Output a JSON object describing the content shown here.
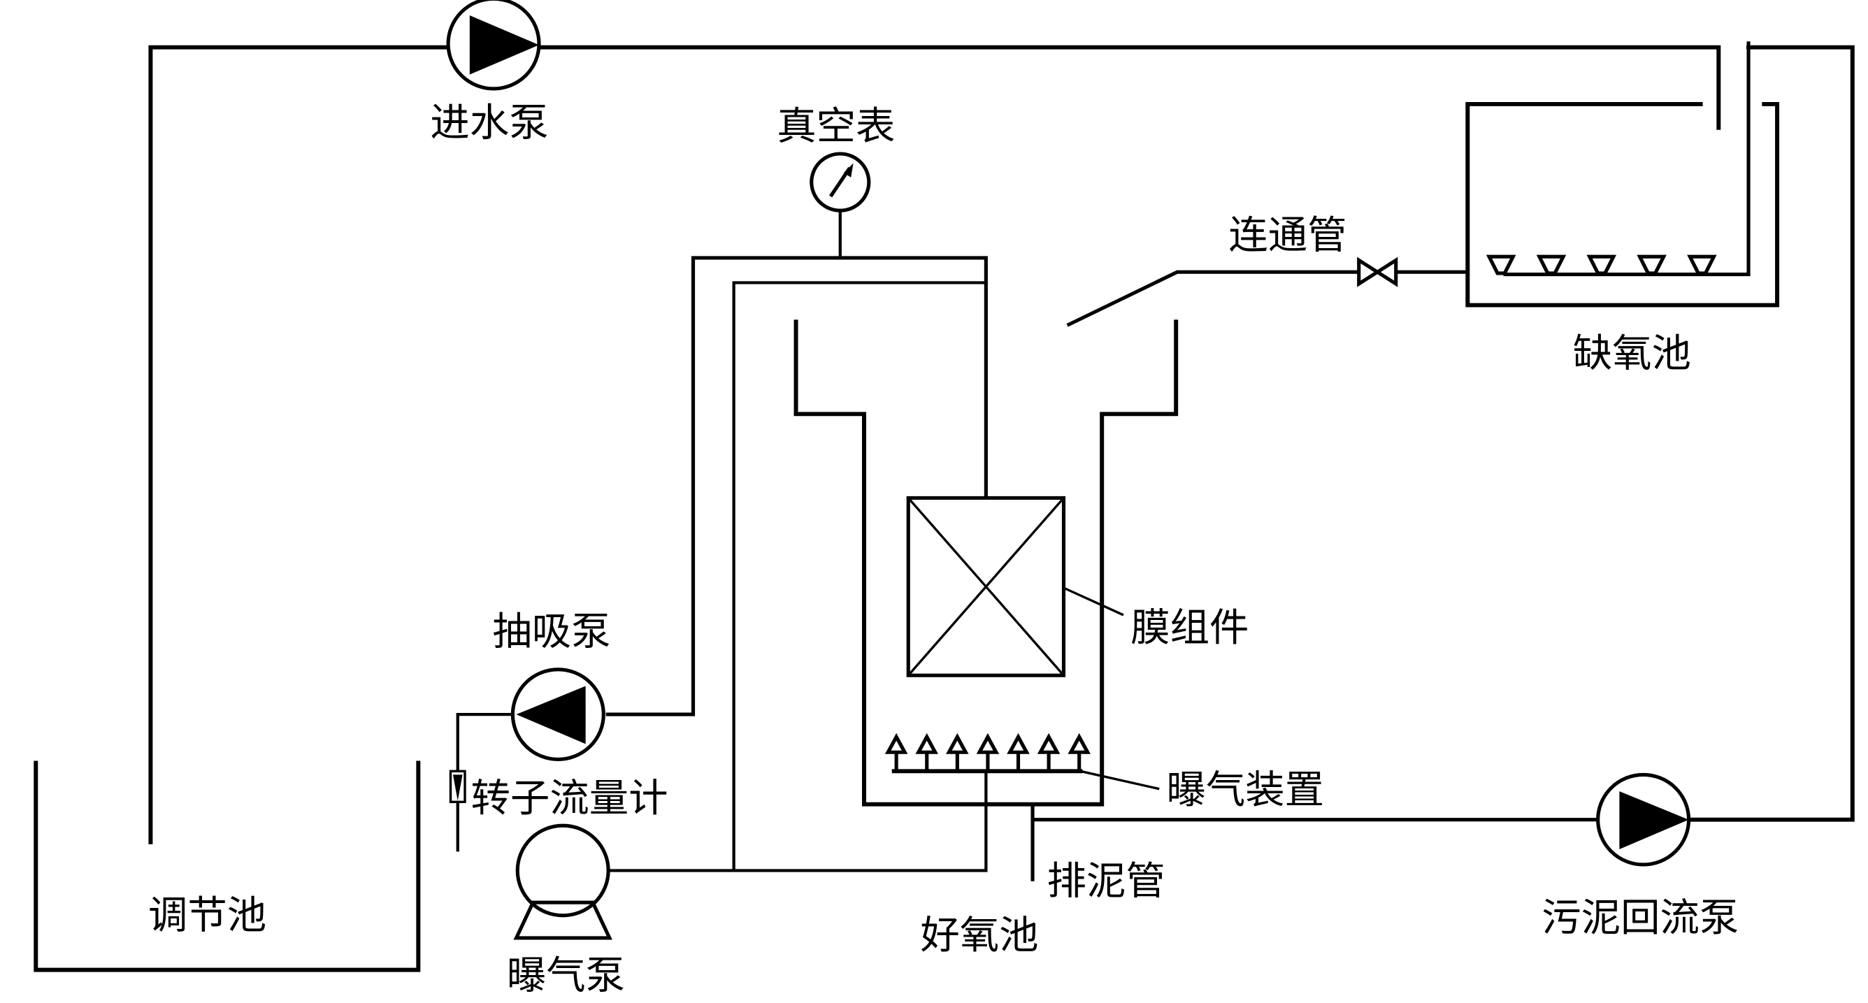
{
  "diagram": {
    "type": "process-flow",
    "subject": "A/O membrane bioreactor system",
    "colors": {
      "line": "#000000",
      "background": "#ffffff"
    },
    "labels": {
      "inlet_pump": "进水泵",
      "vacuum_gauge": "真空表",
      "connecting_pipe": "连通管",
      "anoxic_tank": "缺氧池",
      "suction_pump": "抽吸泵",
      "rotameter": "转子流量计",
      "membrane_module": "膜组件",
      "aeration_device": "曝气装置",
      "aeration_pump": "曝气泵",
      "sludge_pipe": "排泥管",
      "aerobic_tank": "好氧池",
      "equalization_tank": "调节池",
      "sludge_return_pump": "污泥回流泵"
    },
    "anoxic_diffuser_count": 5,
    "aeration_diffuser_count": 7
  }
}
